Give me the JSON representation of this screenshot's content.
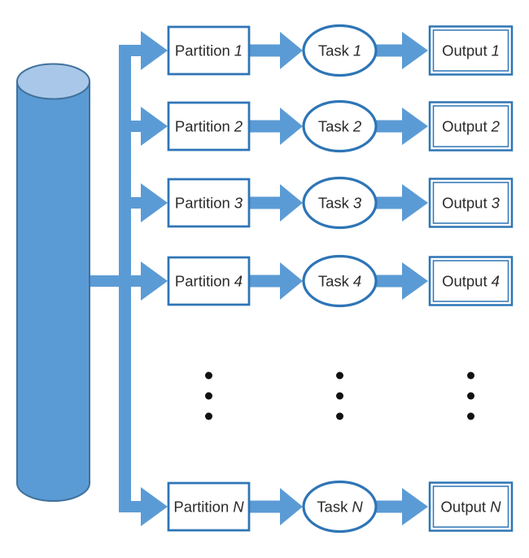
{
  "diagram": {
    "rows": [
      {
        "partition_label": "Partition",
        "task_label": "Task",
        "output_label": "Output",
        "index": "1"
      },
      {
        "partition_label": "Partition",
        "task_label": "Task",
        "output_label": "Output",
        "index": "2"
      },
      {
        "partition_label": "Partition",
        "task_label": "Task",
        "output_label": "Output",
        "index": "3"
      },
      {
        "partition_label": "Partition",
        "task_label": "Task",
        "output_label": "Output",
        "index": "4"
      },
      {
        "partition_label": "Partition",
        "task_label": "Task",
        "output_label": "Output",
        "index": "N"
      }
    ],
    "ellipsis_dot_count": 3,
    "ellipsis_column_count": 3,
    "colors": {
      "arrow_blue": "#5B9BD5",
      "shape_border_blue": "#2E75B6",
      "cylinder_body": "#5B9BD5",
      "cylinder_top": "#A9C8E9",
      "cylinder_outline": "#41719C",
      "label_text": "#2B2B2B",
      "ellipsis_dot": "#111111"
    }
  }
}
